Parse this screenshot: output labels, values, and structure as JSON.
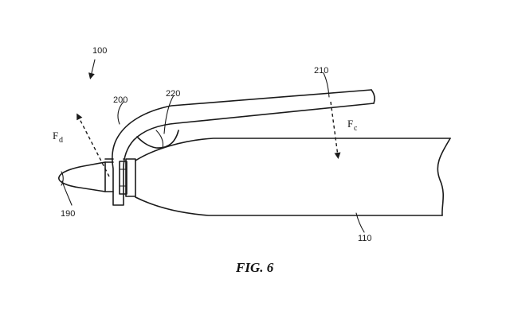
{
  "figure": {
    "caption": "FIG. 6",
    "refs": {
      "assembly": "100",
      "clip": "200",
      "clip_end": "210",
      "contact": "220",
      "tip": "190",
      "body": "110"
    },
    "forces": {
      "deflection": {
        "symbol": "F",
        "subscript": "d"
      },
      "clamp": {
        "symbol": "F",
        "subscript": "c"
      }
    }
  }
}
